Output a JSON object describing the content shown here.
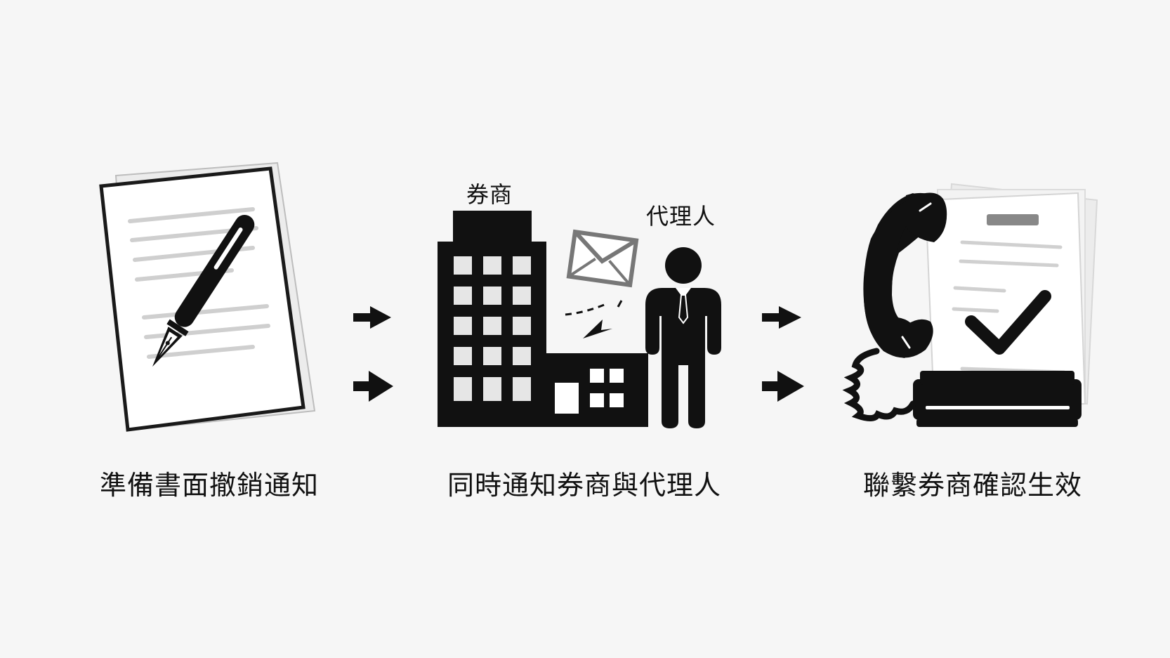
{
  "steps": [
    {
      "label": "準備書面撤銷通知",
      "icon": "signed-document-with-pen"
    },
    {
      "label": "同時通知券商與代理人",
      "icon": "building-and-agent"
    },
    {
      "label": "聯繫券商確認生效",
      "icon": "phone-and-checked-document"
    }
  ],
  "callouts": {
    "broker": "券商",
    "agent": "代理人"
  },
  "colors": {
    "ink": "#111111",
    "paper": "#ffffff",
    "line_gray": "#cfcfcf",
    "background": "#f6f6f6"
  }
}
